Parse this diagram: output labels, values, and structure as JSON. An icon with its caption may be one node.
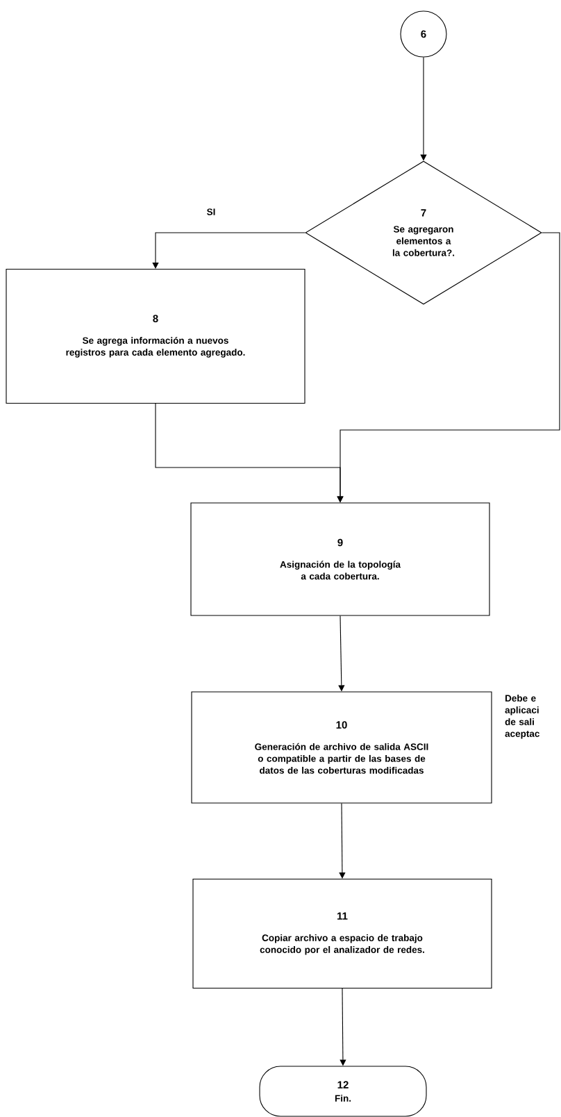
{
  "diagram": {
    "nodes": [
      {
        "text": [
          "6"
        ]
      },
      {
        "text": [
          "7",
          "Se agregaron elementos a la cobertura?."
        ]
      },
      {
        "text": [
          "8",
          "Se agrega información a nuevos registros para cada elemento agregado."
        ]
      },
      {
        "text": [
          "9",
          "Asignación de la topología a cada cobertura."
        ]
      },
      {
        "text": [
          "10",
          "Generación de archivo de salida ASCII o compatible a partir de las bases de datos de las coberturas modificadas"
        ],
        "beside": [
          "Debe e aplicaci de sali aceptac"
        ]
      },
      {
        "text": [
          "11",
          "Copiar archivo a espacio de trabajo conocido por el analizador de redes."
        ]
      },
      {
        "text": [
          "12",
          "Fin."
        ]
      }
    ],
    "edges": [
      {
        "from": 0,
        "to": 1,
        "arrow": "to"
      },
      {
        "from": 1,
        "to": 2,
        "arrow": "to",
        "label": "SI"
      },
      {
        "from": 2,
        "to": 3,
        "arrow": "to"
      },
      {
        "from": 1,
        "to": 3,
        "arrow": "to"
      },
      {
        "from": 3,
        "to": 4,
        "arrow": "to"
      },
      {
        "from": 4,
        "to": 5,
        "arrow": "to"
      },
      {
        "from": 5,
        "to": 6,
        "arrow": "to"
      }
    ]
  }
}
